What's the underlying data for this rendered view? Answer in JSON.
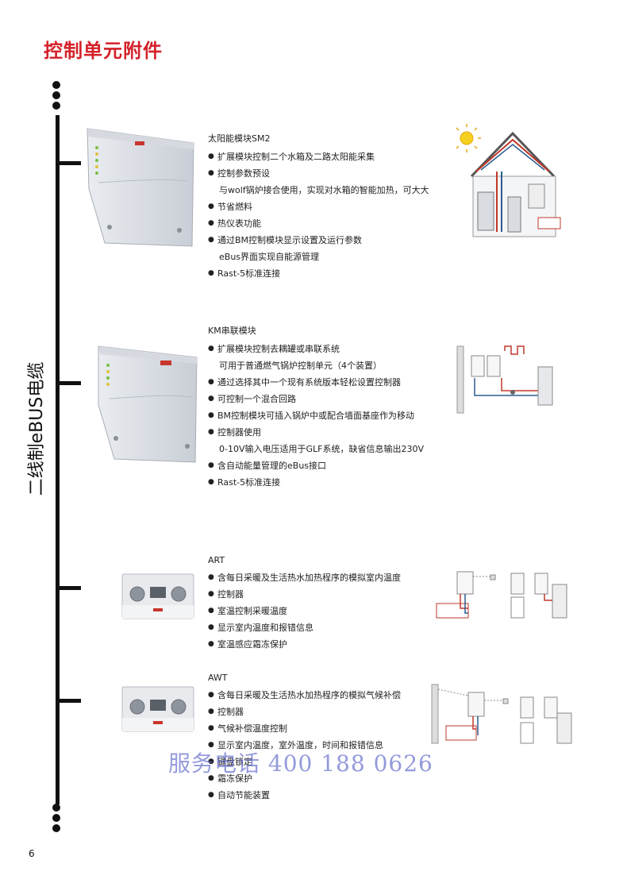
{
  "page": {
    "title": "控制单元附件",
    "side_label": "二线制eBUS电缆",
    "watermark": "服务电话 400 188 0626",
    "page_number": "6"
  },
  "sections": [
    {
      "title": "太阳能模块SM2",
      "items": [
        "扩展模块控制二个水箱及二路太阳能采集",
        "控制参数预设",
        "与wolf锅炉接合使用，实现对水箱的智能加热，可大大",
        "节省燃料",
        "热仪表功能",
        "通过BM控制模块显示设置及运行参数",
        "eBus界面实现自能源管理",
        "Rast-5标准连接"
      ]
    },
    {
      "title": "KM串联模块",
      "items": [
        "扩展模块控制去耦罐或串联系统",
        "可用于普通燃气锅炉控制单元（4个装置）",
        "通过选择其中一个现有系统版本轻松设置控制器",
        "可控制一个混合回路",
        "BM控制模块可插入锅炉中或配合墙面基座作为移动",
        "控制器使用",
        "0-10V输入电压适用于GLF系统，缺省信息输出230V",
        "含自动能量管理的eBus接口",
        "Rast-5标准连接"
      ]
    },
    {
      "title": "ART",
      "items": [
        "含每日采暖及生活热水加热程序的模拟室内温度",
        "控制器",
        "室温控制采暖温度",
        "显示室内温度和报错信息",
        "室温感应霜冻保护"
      ]
    },
    {
      "title": "AWT",
      "items": [
        "含每日采暖及生活热水加热程序的模拟气候补偿",
        "控制器",
        "气候补偿温度控制",
        "显示室内温度，室外温度，时间和报错信息",
        "键盘锁定",
        "霜冻保护",
        "自动节能装置"
      ]
    }
  ],
  "continuations": [
    false,
    false,
    true,
    false,
    false,
    false,
    true,
    false,
    false,
    true,
    false,
    false,
    false,
    false,
    true,
    false,
    false,
    false,
    false,
    false,
    false,
    false,
    false,
    false,
    false,
    false,
    false,
    false,
    false
  ],
  "colors": {
    "title_red": "#d4212a",
    "pipe_red": "#c0392b",
    "pipe_blue": "#2c5d8f"
  }
}
